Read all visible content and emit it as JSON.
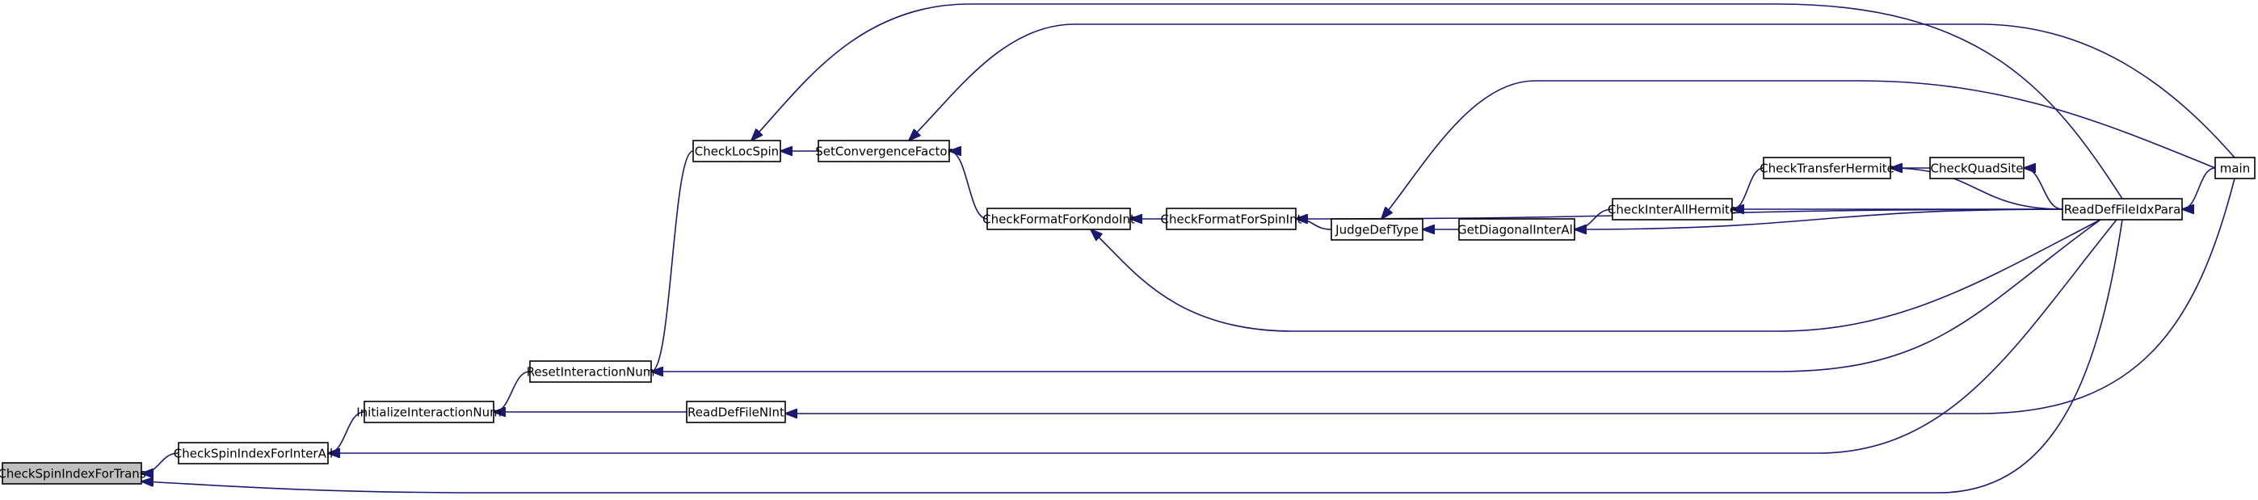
{
  "graph": {
    "type": "call-graph",
    "colors": {
      "edge": "#191970",
      "node_border": "#000000",
      "node_fill": "#ffffff",
      "highlight_fill": "#bfbfbf"
    },
    "nodes": [
      {
        "id": "CheckSpinIndexForTrans",
        "label": "CheckSpinIndexForTrans",
        "highlight": true
      },
      {
        "id": "CheckSpinIndexForInterAll",
        "label": "CheckSpinIndexForInterAll"
      },
      {
        "id": "InitializeInteractionNum",
        "label": "InitializeInteractionNum"
      },
      {
        "id": "ResetInteractionNum",
        "label": "ResetInteractionNum"
      },
      {
        "id": "CheckLocSpin",
        "label": "CheckLocSpin"
      },
      {
        "id": "SetConvergenceFactor",
        "label": "SetConvergenceFactor"
      },
      {
        "id": "ReadDefFileNInt",
        "label": "ReadDefFileNInt"
      },
      {
        "id": "CheckFormatForKondoInt",
        "label": "CheckFormatForKondoInt"
      },
      {
        "id": "CheckFormatForSpinInt",
        "label": "CheckFormatForSpinInt"
      },
      {
        "id": "JudgeDefType",
        "label": "JudgeDefType"
      },
      {
        "id": "GetDiagonalInterAll",
        "label": "GetDiagonalInterAll"
      },
      {
        "id": "CheckInterAllHermite",
        "label": "CheckInterAllHermite"
      },
      {
        "id": "CheckTransferHermite",
        "label": "CheckTransferHermite"
      },
      {
        "id": "CheckQuadSite",
        "label": "CheckQuadSite"
      },
      {
        "id": "ReadDefFileIdxPara",
        "label": "ReadDefFileIdxPara"
      },
      {
        "id": "main",
        "label": "main"
      }
    ],
    "edges": [
      {
        "from": "CheckSpinIndexForInterAll",
        "to": "CheckSpinIndexForTrans"
      },
      {
        "from": "ReadDefFileIdxPara",
        "to": "CheckSpinIndexForTrans"
      },
      {
        "from": "InitializeInteractionNum",
        "to": "CheckSpinIndexForInterAll"
      },
      {
        "from": "ReadDefFileIdxPara",
        "to": "CheckSpinIndexForInterAll"
      },
      {
        "from": "ResetInteractionNum",
        "to": "InitializeInteractionNum"
      },
      {
        "from": "ReadDefFileNInt",
        "to": "InitializeInteractionNum"
      },
      {
        "from": "CheckLocSpin",
        "to": "ResetInteractionNum"
      },
      {
        "from": "ReadDefFileIdxPara",
        "to": "ResetInteractionNum"
      },
      {
        "from": "SetConvergenceFactor",
        "to": "CheckLocSpin"
      },
      {
        "from": "ReadDefFileIdxPara",
        "to": "CheckLocSpin"
      },
      {
        "from": "CheckFormatForKondoInt",
        "to": "SetConvergenceFactor"
      },
      {
        "from": "main",
        "to": "SetConvergenceFactor"
      },
      {
        "from": "main",
        "to": "ReadDefFileNInt"
      },
      {
        "from": "CheckFormatForSpinInt",
        "to": "CheckFormatForKondoInt"
      },
      {
        "from": "ReadDefFileIdxPara",
        "to": "CheckFormatForKondoInt"
      },
      {
        "from": "JudgeDefType",
        "to": "CheckFormatForSpinInt"
      },
      {
        "from": "ReadDefFileIdxPara",
        "to": "CheckFormatForSpinInt"
      },
      {
        "from": "GetDiagonalInterAll",
        "to": "JudgeDefType"
      },
      {
        "from": "main",
        "to": "JudgeDefType"
      },
      {
        "from": "CheckInterAllHermite",
        "to": "GetDiagonalInterAll"
      },
      {
        "from": "ReadDefFileIdxPara",
        "to": "GetDiagonalInterAll"
      },
      {
        "from": "CheckTransferHermite",
        "to": "CheckInterAllHermite"
      },
      {
        "from": "ReadDefFileIdxPara",
        "to": "CheckInterAllHermite"
      },
      {
        "from": "CheckQuadSite",
        "to": "CheckTransferHermite"
      },
      {
        "from": "ReadDefFileIdxPara",
        "to": "CheckTransferHermite"
      },
      {
        "from": "ReadDefFileIdxPara",
        "to": "CheckQuadSite"
      },
      {
        "from": "main",
        "to": "ReadDefFileIdxPara"
      }
    ]
  }
}
